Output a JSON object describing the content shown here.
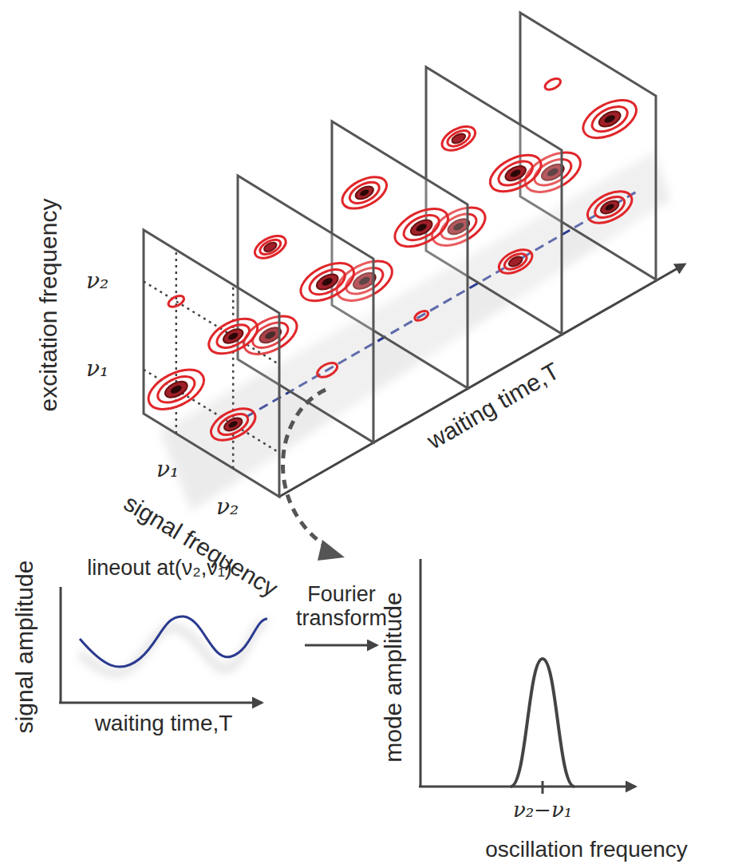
{
  "diagram": {
    "labels": [
      "excitation frequency",
      "ν₂",
      "ν₁",
      "ν₁",
      "ν₂",
      "signal frequency",
      "waiting time,T",
      "lineout at(ν₂,ν₁)",
      "signal amplitude",
      "waiting time,T",
      "Fourier transform",
      "mode amplitude",
      "ν₂−ν₁",
      "oscillation frequency"
    ]
  }
}
